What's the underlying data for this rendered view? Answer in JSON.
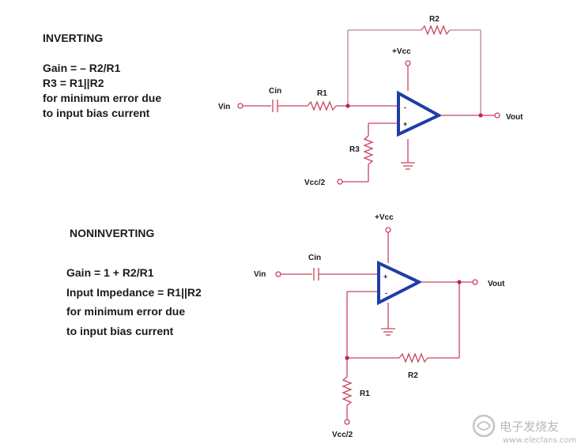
{
  "inverting": {
    "heading": "INVERTING",
    "lines": [
      "Gain = – R2/R1",
      "R3 = R1||R2",
      "for minimum error due",
      "to input bias current"
    ],
    "labels": {
      "vin": "Vin",
      "cin": "Cin",
      "r1": "R1",
      "r2": "R2",
      "r3": "R3",
      "vcc": "+Vcc",
      "vout": "Vout",
      "vcc2": "Vcc/2",
      "minus": "-",
      "plus": "+"
    }
  },
  "noninverting": {
    "heading": "NONINVERTING",
    "lines": [
      "Gain = 1 + R2/R1",
      "Input Impedance = R1||R2",
      "for minimum error due",
      "to input bias current"
    ],
    "labels": {
      "vin": "Vin",
      "cin": "Cin",
      "r1": "R1",
      "r2": "R2",
      "vcc": "+Vcc",
      "vout": "Vout",
      "vcc2": "Vcc/2",
      "minus": "-",
      "plus": "+"
    }
  },
  "watermark": {
    "icon": "watermark-logo-icon",
    "text": "电子发烧友",
    "sub": "www.elecfans.com"
  },
  "colors": {
    "wire": "#c9445e",
    "opamp": "#1f3da8",
    "node": "#c0205a"
  }
}
